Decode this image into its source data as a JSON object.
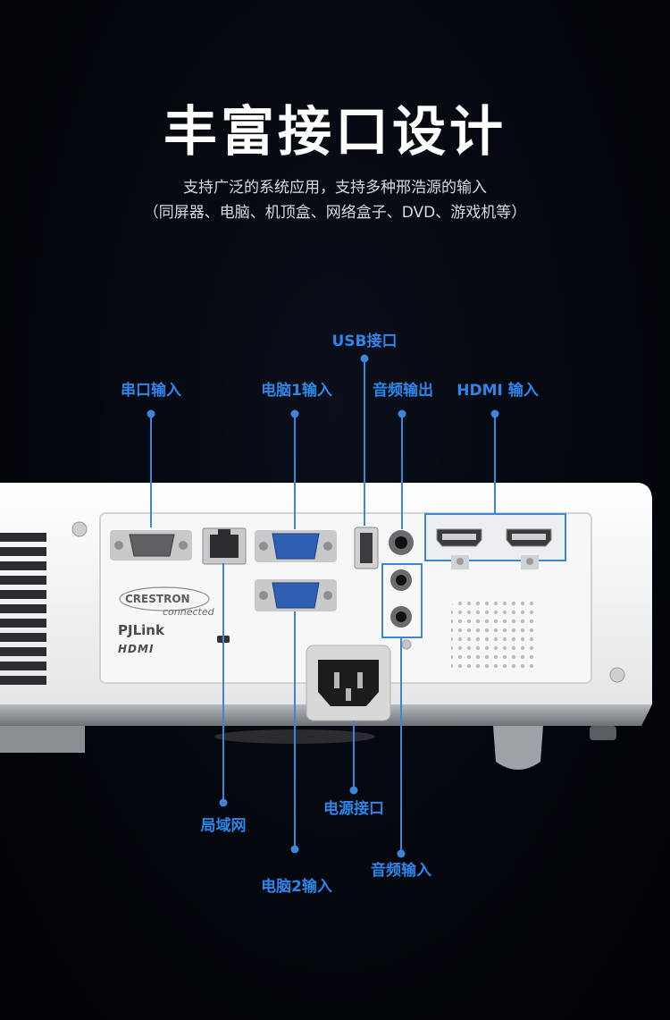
{
  "header": {
    "title": "丰富接口设计",
    "subtitle_line1": "支持广泛的系统应用，支持多种邢浩源的输入",
    "subtitle_line2": "（同屏器、电脑、机顶盒、网络盒子、DVD、游戏机等）"
  },
  "labels": {
    "serial": "串口输入",
    "pc1": "电脑1输入",
    "usb": "USB接口",
    "audio_out": "音频输出",
    "hdmi": "HDMI 输入",
    "lan": "局域网",
    "power": "电源接口",
    "audio_in": "音频输入",
    "pc2": "电脑2输入"
  },
  "panel": {
    "crestron": "CRESTRON",
    "connected": "connected",
    "pjlink": "PJLink",
    "hdmi_logo": "HDMI"
  },
  "colors": {
    "accent": "#2f86e8",
    "background": "#03060c",
    "projector_body": "#f2f2f2"
  }
}
